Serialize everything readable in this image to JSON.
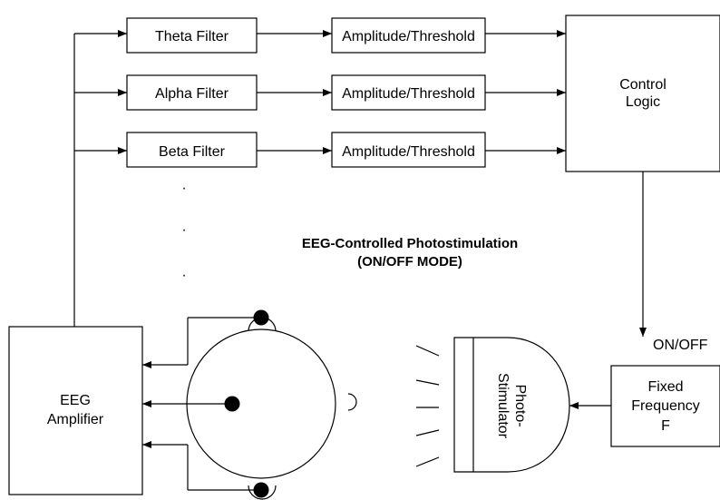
{
  "filters": {
    "theta": "Theta Filter",
    "alpha": "Alpha Filter",
    "beta": "Beta Filter"
  },
  "amplitude": {
    "a1": "Amplitude/Threshold",
    "a2": "Amplitude/Threshold",
    "a3": "Amplitude/Threshold"
  },
  "control_logic": {
    "line1": "Control",
    "line2": "Logic"
  },
  "title": {
    "line1": "EEG-Controlled Photostimulation",
    "line2": "(ON/OFF MODE)"
  },
  "onoff_label": "ON/OFF",
  "fixed_frequency": {
    "line1": "Fixed",
    "line2": "Frequency",
    "line3": "F"
  },
  "photostimulator": {
    "line1": "Photo-",
    "line2": "Stimulator"
  },
  "eeg_amplifier": {
    "line1": "EEG",
    "line2": "Amplifier"
  },
  "ellipsis_dots": [
    "·",
    "·",
    "·"
  ]
}
